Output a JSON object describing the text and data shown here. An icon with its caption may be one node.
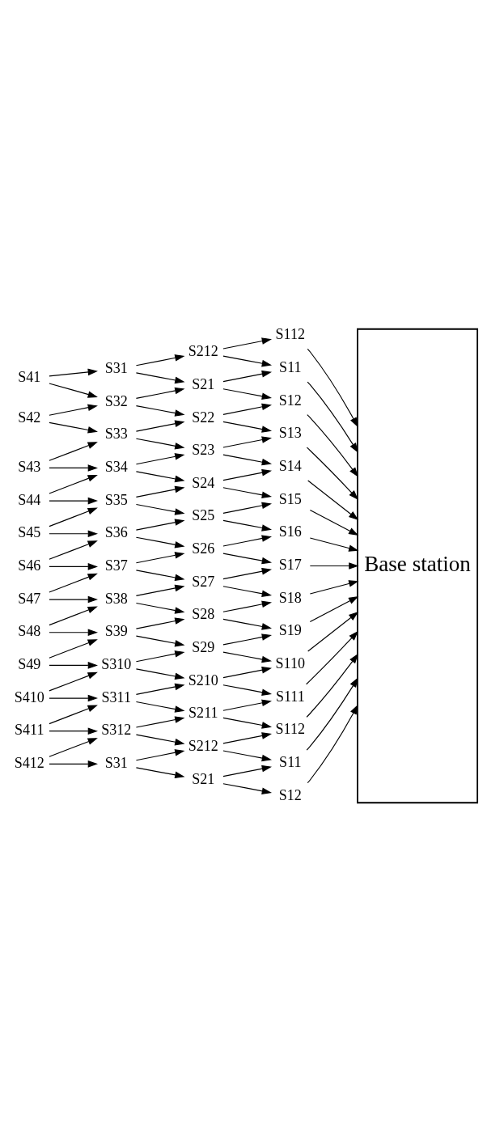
{
  "diagram": {
    "nodes": [
      {
        "text": [
          "S41"
        ]
      },
      {
        "text": [
          "S42"
        ]
      },
      {
        "text": [
          "S43"
        ]
      },
      {
        "text": [
          "S44"
        ]
      },
      {
        "text": [
          "S45"
        ]
      },
      {
        "text": [
          "S46"
        ]
      },
      {
        "text": [
          "S47"
        ]
      },
      {
        "text": [
          "S48"
        ]
      },
      {
        "text": [
          "S49"
        ]
      },
      {
        "text": [
          "S410"
        ]
      },
      {
        "text": [
          "S411"
        ]
      },
      {
        "text": [
          "S412"
        ]
      },
      {
        "text": [
          "S31"
        ]
      },
      {
        "text": [
          "S32"
        ]
      },
      {
        "text": [
          "S33"
        ]
      },
      {
        "text": [
          "S34"
        ]
      },
      {
        "text": [
          "S35"
        ]
      },
      {
        "text": [
          "S36"
        ]
      },
      {
        "text": [
          "S37"
        ]
      },
      {
        "text": [
          "S38"
        ]
      },
      {
        "text": [
          "S39"
        ]
      },
      {
        "text": [
          "S310"
        ]
      },
      {
        "text": [
          "S311"
        ]
      },
      {
        "text": [
          "S312"
        ]
      },
      {
        "text": [
          "S31"
        ]
      },
      {
        "text": [
          "S212"
        ]
      },
      {
        "text": [
          "S21"
        ]
      },
      {
        "text": [
          "S22"
        ]
      },
      {
        "text": [
          "S23"
        ]
      },
      {
        "text": [
          "S24"
        ]
      },
      {
        "text": [
          "S25"
        ]
      },
      {
        "text": [
          "S26"
        ]
      },
      {
        "text": [
          "S27"
        ]
      },
      {
        "text": [
          "S28"
        ]
      },
      {
        "text": [
          "S29"
        ]
      },
      {
        "text": [
          "S210"
        ]
      },
      {
        "text": [
          "S211"
        ]
      },
      {
        "text": [
          "S212"
        ]
      },
      {
        "text": [
          "S21"
        ]
      },
      {
        "text": [
          "S112"
        ]
      },
      {
        "text": [
          "S11"
        ]
      },
      {
        "text": [
          "S12"
        ]
      },
      {
        "text": [
          "S13"
        ]
      },
      {
        "text": [
          "S14"
        ]
      },
      {
        "text": [
          "S15"
        ]
      },
      {
        "text": [
          "S16"
        ]
      },
      {
        "text": [
          "S17"
        ]
      },
      {
        "text": [
          "S18"
        ]
      },
      {
        "text": [
          "S19"
        ]
      },
      {
        "text": [
          "S110"
        ]
      },
      {
        "text": [
          "S111"
        ]
      },
      {
        "text": [
          "S112"
        ]
      },
      {
        "text": [
          "S11"
        ]
      },
      {
        "text": [
          "S12"
        ]
      },
      {
        "text": [
          "Base station"
        ]
      }
    ],
    "edges": [
      {
        "from": 0,
        "to": 13,
        "arrow": "to"
      },
      {
        "from": 0,
        "to": 12,
        "arrow": "to"
      },
      {
        "from": 1,
        "to": 14,
        "arrow": "to"
      },
      {
        "from": 1,
        "to": 13,
        "arrow": "to"
      },
      {
        "from": 2,
        "to": 15,
        "arrow": "to"
      },
      {
        "from": 2,
        "to": 14,
        "arrow": "to"
      },
      {
        "from": 3,
        "to": 16,
        "arrow": "to"
      },
      {
        "from": 3,
        "to": 15,
        "arrow": "to"
      },
      {
        "from": 4,
        "to": 17,
        "arrow": "to"
      },
      {
        "from": 4,
        "to": 16,
        "arrow": "to"
      },
      {
        "from": 5,
        "to": 18,
        "arrow": "to"
      },
      {
        "from": 5,
        "to": 17,
        "arrow": "to"
      },
      {
        "from": 6,
        "to": 19,
        "arrow": "to"
      },
      {
        "from": 6,
        "to": 18,
        "arrow": "to"
      },
      {
        "from": 7,
        "to": 20,
        "arrow": "to"
      },
      {
        "from": 7,
        "to": 19,
        "arrow": "to"
      },
      {
        "from": 8,
        "to": 21,
        "arrow": "to"
      },
      {
        "from": 8,
        "to": 20,
        "arrow": "to"
      },
      {
        "from": 9,
        "to": 22,
        "arrow": "to"
      },
      {
        "from": 9,
        "to": 21,
        "arrow": "to"
      },
      {
        "from": 10,
        "to": 23,
        "arrow": "to"
      },
      {
        "from": 10,
        "to": 22,
        "arrow": "to"
      },
      {
        "from": 11,
        "to": 24,
        "arrow": "to"
      },
      {
        "from": 11,
        "to": 23,
        "arrow": "to"
      },
      {
        "from": 12,
        "to": 26,
        "arrow": "to"
      },
      {
        "from": 12,
        "to": 25,
        "arrow": "to"
      },
      {
        "from": 13,
        "to": 27,
        "arrow": "to"
      },
      {
        "from": 13,
        "to": 26,
        "arrow": "to"
      },
      {
        "from": 14,
        "to": 28,
        "arrow": "to"
      },
      {
        "from": 14,
        "to": 27,
        "arrow": "to"
      },
      {
        "from": 15,
        "to": 29,
        "arrow": "to"
      },
      {
        "from": 15,
        "to": 28,
        "arrow": "to"
      },
      {
        "from": 16,
        "to": 30,
        "arrow": "to"
      },
      {
        "from": 16,
        "to": 29,
        "arrow": "to"
      },
      {
        "from": 17,
        "to": 31,
        "arrow": "to"
      },
      {
        "from": 17,
        "to": 30,
        "arrow": "to"
      },
      {
        "from": 18,
        "to": 32,
        "arrow": "to"
      },
      {
        "from": 18,
        "to": 31,
        "arrow": "to"
      },
      {
        "from": 19,
        "to": 33,
        "arrow": "to"
      },
      {
        "from": 19,
        "to": 32,
        "arrow": "to"
      },
      {
        "from": 20,
        "to": 34,
        "arrow": "to"
      },
      {
        "from": 20,
        "to": 33,
        "arrow": "to"
      },
      {
        "from": 21,
        "to": 35,
        "arrow": "to"
      },
      {
        "from": 21,
        "to": 34,
        "arrow": "to"
      },
      {
        "from": 22,
        "to": 36,
        "arrow": "to"
      },
      {
        "from": 22,
        "to": 35,
        "arrow": "to"
      },
      {
        "from": 23,
        "to": 37,
        "arrow": "to"
      },
      {
        "from": 23,
        "to": 36,
        "arrow": "to"
      },
      {
        "from": 24,
        "to": 38,
        "arrow": "to"
      },
      {
        "from": 24,
        "to": 37,
        "arrow": "to"
      },
      {
        "from": 25,
        "to": 40,
        "arrow": "to"
      },
      {
        "from": 25,
        "to": 39,
        "arrow": "to"
      },
      {
        "from": 26,
        "to": 41,
        "arrow": "to"
      },
      {
        "from": 26,
        "to": 40,
        "arrow": "to"
      },
      {
        "from": 27,
        "to": 42,
        "arrow": "to"
      },
      {
        "from": 27,
        "to": 41,
        "arrow": "to"
      },
      {
        "from": 28,
        "to": 43,
        "arrow": "to"
      },
      {
        "from": 28,
        "to": 42,
        "arrow": "to"
      },
      {
        "from": 29,
        "to": 44,
        "arrow": "to"
      },
      {
        "from": 29,
        "to": 43,
        "arrow": "to"
      },
      {
        "from": 30,
        "to": 45,
        "arrow": "to"
      },
      {
        "from": 30,
        "to": 44,
        "arrow": "to"
      },
      {
        "from": 31,
        "to": 46,
        "arrow": "to"
      },
      {
        "from": 31,
        "to": 45,
        "arrow": "to"
      },
      {
        "from": 32,
        "to": 47,
        "arrow": "to"
      },
      {
        "from": 32,
        "to": 46,
        "arrow": "to"
      },
      {
        "from": 33,
        "to": 48,
        "arrow": "to"
      },
      {
        "from": 33,
        "to": 47,
        "arrow": "to"
      },
      {
        "from": 34,
        "to": 49,
        "arrow": "to"
      },
      {
        "from": 34,
        "to": 48,
        "arrow": "to"
      },
      {
        "from": 35,
        "to": 50,
        "arrow": "to"
      },
      {
        "from": 35,
        "to": 49,
        "arrow": "to"
      },
      {
        "from": 36,
        "to": 51,
        "arrow": "to"
      },
      {
        "from": 36,
        "to": 50,
        "arrow": "to"
      },
      {
        "from": 37,
        "to": 52,
        "arrow": "to"
      },
      {
        "from": 37,
        "to": 51,
        "arrow": "to"
      },
      {
        "from": 38,
        "to": 53,
        "arrow": "to"
      },
      {
        "from": 38,
        "to": 52,
        "arrow": "to"
      },
      {
        "from": 39,
        "to": 54,
        "arrow": "to"
      },
      {
        "from": 40,
        "to": 54,
        "arrow": "to"
      },
      {
        "from": 41,
        "to": 54,
        "arrow": "to"
      },
      {
        "from": 42,
        "to": 54,
        "arrow": "to"
      },
      {
        "from": 43,
        "to": 54,
        "arrow": "to"
      },
      {
        "from": 44,
        "to": 54,
        "arrow": "to"
      },
      {
        "from": 45,
        "to": 54,
        "arrow": "to"
      },
      {
        "from": 46,
        "to": 54,
        "arrow": "to"
      },
      {
        "from": 47,
        "to": 54,
        "arrow": "to"
      },
      {
        "from": 48,
        "to": 54,
        "arrow": "to"
      },
      {
        "from": 49,
        "to": 54,
        "arrow": "to"
      },
      {
        "from": 50,
        "to": 54,
        "arrow": "to"
      },
      {
        "from": 51,
        "to": 54,
        "arrow": "to"
      },
      {
        "from": 52,
        "to": 54,
        "arrow": "to"
      },
      {
        "from": 53,
        "to": 54,
        "arrow": "to"
      }
    ]
  }
}
